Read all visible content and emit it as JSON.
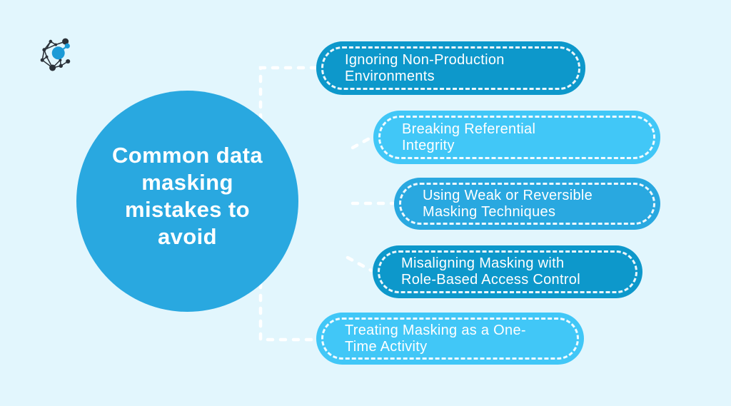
{
  "page": {
    "background_color": "#E2F6FD"
  },
  "logo": {
    "name": "network-nodes-logo",
    "dark_color": "#2B3138",
    "accent_color": "#1B9AD6"
  },
  "center": {
    "title": "Common data\nmasking\nmistakes to\navoid",
    "fill_color": "#29A8E0",
    "text_color": "#FFFFFF"
  },
  "items": [
    {
      "label": "Ignoring Non-Production\nEnvironments",
      "fill_color": "#0D98CB"
    },
    {
      "label": "Breaking Referential\nIntegrity",
      "fill_color": "#41C7F7"
    },
    {
      "label": "Using Weak or Reversible\nMasking Techniques",
      "fill_color": "#29A8E0"
    },
    {
      "label": "Misaligning Masking with\nRole-Based Access Control",
      "fill_color": "#0D98CB"
    },
    {
      "label": "Treating Masking as a One-\nTime Activity",
      "fill_color": "#41C7F7"
    }
  ],
  "connectors": {
    "color": "#FFFFFF"
  }
}
